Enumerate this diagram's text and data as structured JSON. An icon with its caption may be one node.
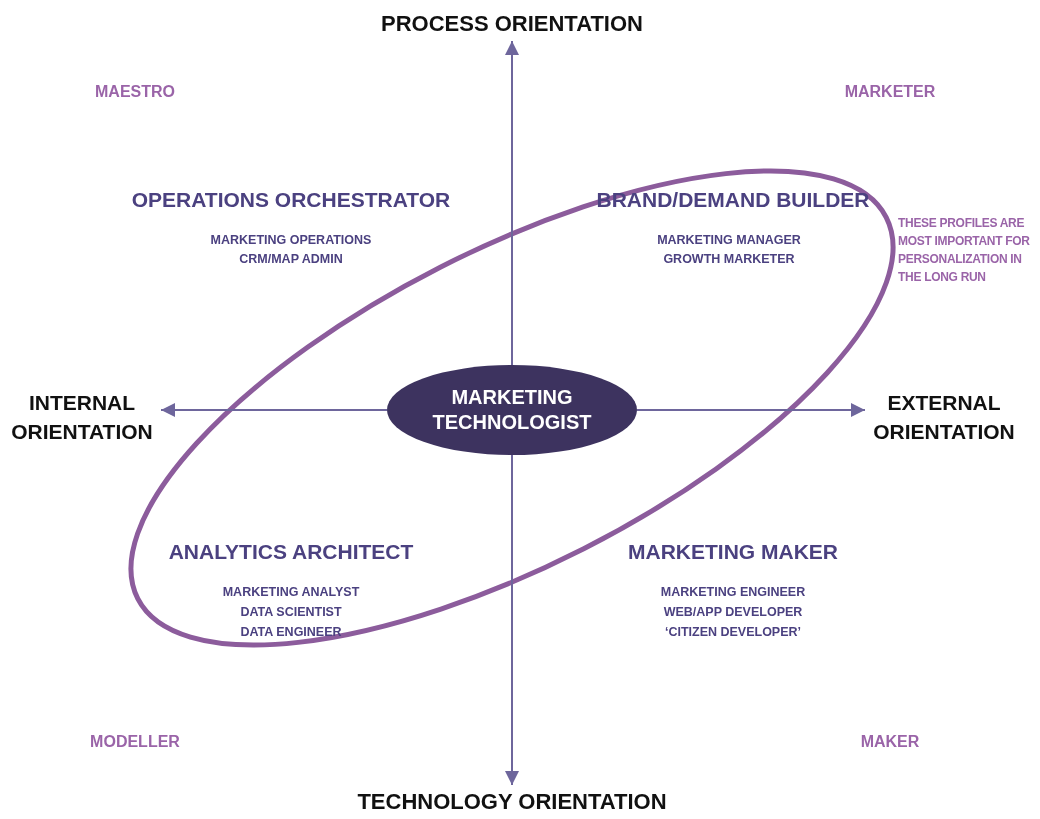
{
  "diagram": {
    "nodes": [
      {
        "text": [
          "MARKETING TECHNOLOGIST"
        ]
      },
      {
        "text": [
          "PROCESS ORIENTATION"
        ]
      },
      {
        "text": [
          "INTERNAL ORIENTATION"
        ]
      },
      {
        "text": [
          "EXTERNAL ORIENTATION"
        ]
      },
      {
        "text": [
          "TECHNOLOGY ORIENTATION"
        ]
      }
    ],
    "edges": [
      {
        "from": 0,
        "to": 1,
        "arrow": "to"
      },
      {
        "from": 0,
        "to": 2,
        "arrow": "to"
      },
      {
        "from": 0,
        "to": 3,
        "arrow": "to"
      },
      {
        "from": 0,
        "to": 4,
        "arrow": "to"
      }
    ],
    "labels": [
      "MAESTRO",
      "MARKETER",
      "OPERATIONS ORCHESTRATOR",
      "MARKETING OPERATIONS",
      "CRM/MAP ADMIN",
      "BRAND/DEMAND BUILDER",
      "MARKETING MANAGER",
      "GROWTH MARKETER",
      "THESE PROFILES ARE MOST IMPORTANT FOR PERSONALIZATION IN THE LONG RUN",
      "ANALYTICS ARCHITECT",
      "MARKETING ANALYST",
      "DATA SCIENTIST",
      "DATA ENGINEER",
      "MARKETING MAKER",
      "MARKETING ENGINEER",
      "WEB/APP DEVELOPER",
      "‘CITIZEN DEVELOPER’",
      "MODELLER",
      "MAKER"
    ]
  }
}
